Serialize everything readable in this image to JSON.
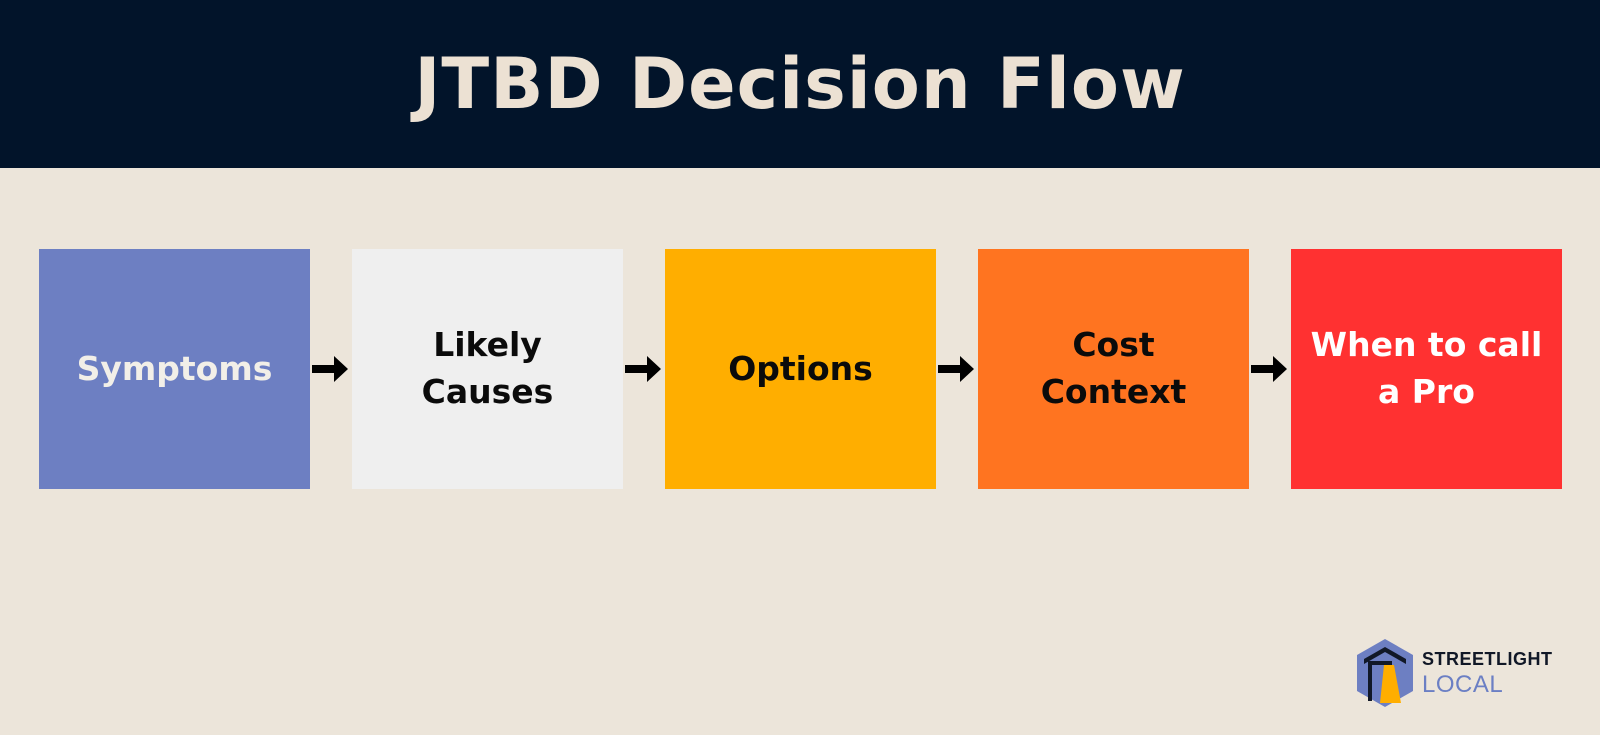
{
  "title": "JTBD Decision Flow",
  "steps": [
    {
      "label": "Symptoms",
      "bg": "#6d7fc2",
      "fg": "#f2efe8"
    },
    {
      "label": "Likely\nCauses",
      "bg": "#efefef",
      "fg": "#0b0b0b"
    },
    {
      "label": "Options",
      "bg": "#ffae00",
      "fg": "#0b0b0b"
    },
    {
      "label": "Cost\nContext",
      "bg": "#ff7420",
      "fg": "#0b0b0b"
    },
    {
      "label": "When to call\na Pro",
      "bg": "#ff3131",
      "fg": "#ffffff"
    }
  ],
  "logo": {
    "line1": "STREETLIGHT",
    "line2": "LOCAL"
  },
  "colors": {
    "header_bg": "#02142a",
    "page_bg": "#ece5da",
    "arrow": "#000000"
  }
}
